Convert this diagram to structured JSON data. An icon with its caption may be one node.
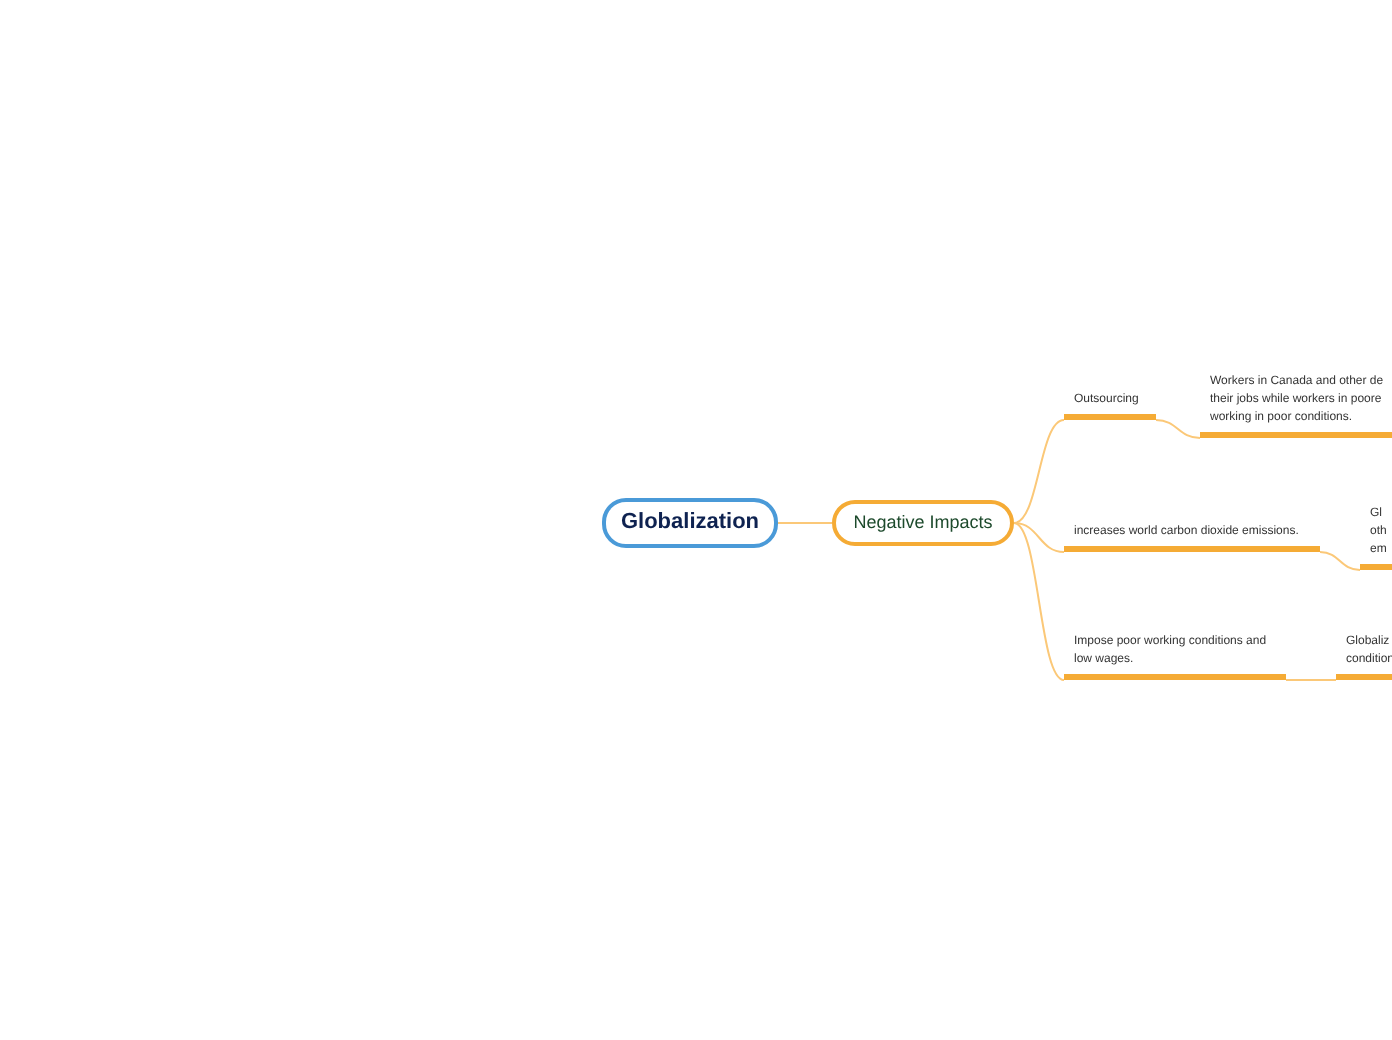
{
  "diagram": {
    "nodes": [
      {
        "text": [
          "Globalization"
        ]
      },
      {
        "text": [
          "Negative Impacts"
        ]
      },
      {
        "text": [
          "Outsourcing"
        ]
      },
      {
        "text": [
          "Workers in Canada and other de their jobs while workers in poore working in poor conditions."
        ]
      },
      {
        "text": [
          "increases world carbon dioxide emissions."
        ]
      },
      {
        "text": [
          "Gl oth em"
        ]
      },
      {
        "text": [
          "Impose poor working conditions and low wages."
        ]
      },
      {
        "text": [
          "Globaliz condition"
        ]
      }
    ],
    "edges": [
      {
        "from": 0,
        "to": 1,
        "arrow": "none"
      },
      {
        "from": 1,
        "to": 2,
        "arrow": "none"
      },
      {
        "from": 1,
        "to": 4,
        "arrow": "none"
      },
      {
        "from": 1,
        "to": 6,
        "arrow": "none"
      },
      {
        "from": 2,
        "to": 3,
        "arrow": "none"
      },
      {
        "from": 4,
        "to": 5,
        "arrow": "none"
      },
      {
        "from": 6,
        "to": 7,
        "arrow": "none"
      }
    ]
  }
}
